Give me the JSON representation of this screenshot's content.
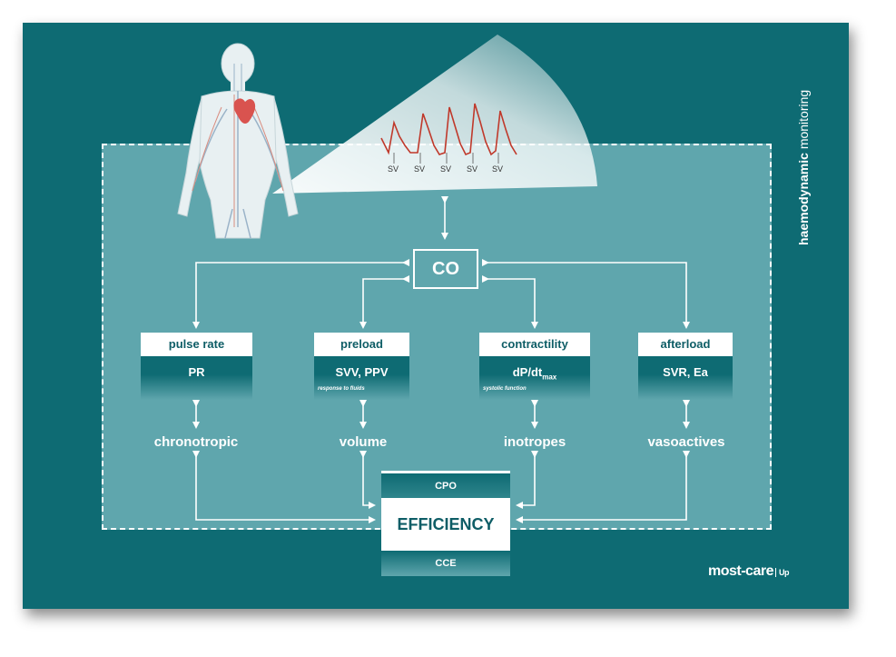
{
  "title_bold": "haemodynamic",
  "title_rest": "monitoring",
  "co": "CO",
  "sv_labels": [
    "SV",
    "SV",
    "SV",
    "SV",
    "SV"
  ],
  "boxes": [
    {
      "head": "pulse rate",
      "value": "PR",
      "note": ""
    },
    {
      "head": "preload",
      "value": "SVV, PPV",
      "note": "response to fluids"
    },
    {
      "head": "contractility",
      "value": "dP/dt",
      "sub": "max",
      "note": "systolic function"
    },
    {
      "head": "afterload",
      "value": "SVR, Ea",
      "note": ""
    }
  ],
  "targets": [
    "chronotropic",
    "volume",
    "inotropes",
    "vasoactives"
  ],
  "efficiency": {
    "top": "CPO",
    "main": "EFFICIENCY",
    "bottom": "CCE"
  },
  "logo": {
    "text": "most-care",
    "up": "Up"
  },
  "colors": {
    "card": "#0e6b73",
    "frame": "#5fa6ad",
    "wave": "#c0392b",
    "heart": "#d9534f"
  }
}
